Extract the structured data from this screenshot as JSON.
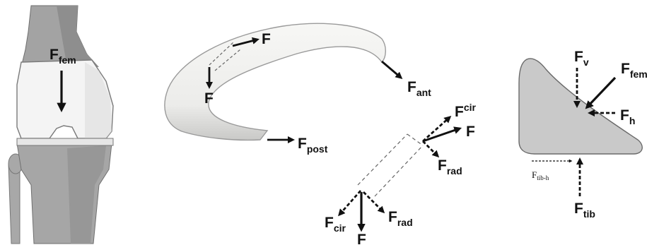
{
  "knee_panel": {
    "force_fem": {
      "main": "F",
      "sub": "fem"
    }
  },
  "meniscus_panel": {
    "force_top": {
      "main": "F",
      "sub": ""
    },
    "force_top_down": {
      "main": "F",
      "sub": ""
    },
    "force_ant": {
      "main": "F",
      "sub": "ant"
    },
    "force_post": {
      "main": "F",
      "sub": "post"
    }
  },
  "element_panel": {
    "upper_cir": {
      "main": "F",
      "sub": "cir"
    },
    "upper_f": {
      "main": "F",
      "sub": ""
    },
    "upper_rad": {
      "main": "F",
      "sub": "rad"
    },
    "lower_cir": {
      "main": "F",
      "sub": "cir"
    },
    "lower_rad": {
      "main": "F",
      "sub": "rad"
    },
    "lower_f": {
      "main": "F",
      "sub": ""
    }
  },
  "wedge_panel": {
    "force_v": {
      "main": "F",
      "sub": "v"
    },
    "force_fem": {
      "main": "F",
      "sub": "fem"
    },
    "force_h": {
      "main": "F",
      "sub": "h"
    },
    "force_tib_h": {
      "main": "F",
      "sub": "tib-h"
    },
    "force_tib": {
      "main": "F",
      "sub": "tib"
    }
  },
  "colors": {
    "bone_gray": "#a3a3a3",
    "bone_dark": "#8c8c8c",
    "cartilage": "#f4f4f4",
    "meniscus_fill": "#f0f0ee",
    "meniscus_edge": "#9a9a9a",
    "wedge_fill": "#c9c9c9",
    "arrow": "#111111"
  }
}
